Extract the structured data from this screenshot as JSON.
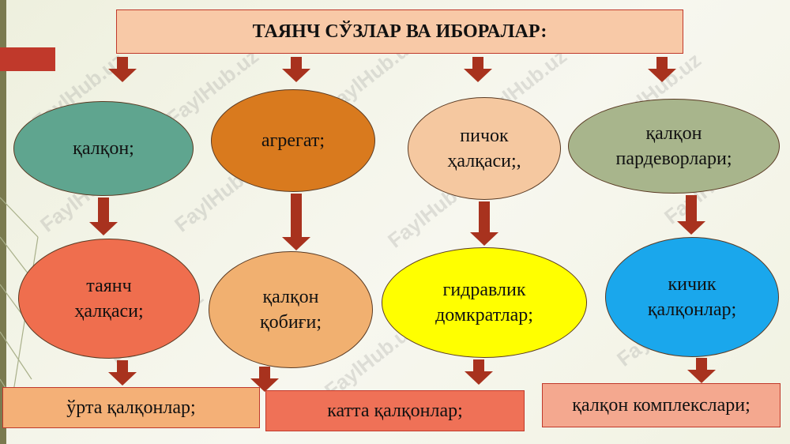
{
  "title": "ТАЯНЧ СЎЗЛАР ВА ИБОРАЛАР:",
  "watermark": "FaylHub.uz",
  "nodes": {
    "n1": "қалқон;",
    "n2": "агрегат;",
    "n3": "пичок\nҳалқаси;,",
    "n4": "қалқон\nпардеворлари;",
    "n5": "таянч\nҳалқаси;",
    "n6": "қалқон\nқобиғи;",
    "n7": "гидравлик\nдомкратлар;",
    "n8": "кичик\nқалқонлар;",
    "b1": "ўрта қалқонлар;",
    "b2": "катта қалқонлар;",
    "b3": "қалқон комплекслари;"
  },
  "colors": {
    "n1": "#5fa58f",
    "n2": "#d97a1e",
    "n3": "#f5c8a0",
    "n4": "#a8b58c",
    "n5": "#ef6e4e",
    "n6": "#f1b070",
    "n7": "#ffff00",
    "n8": "#1aa7ec",
    "b1": "#f4b077",
    "b2": "#ef7157",
    "b3": "#f4a88f",
    "title": "#f8c9a7"
  }
}
